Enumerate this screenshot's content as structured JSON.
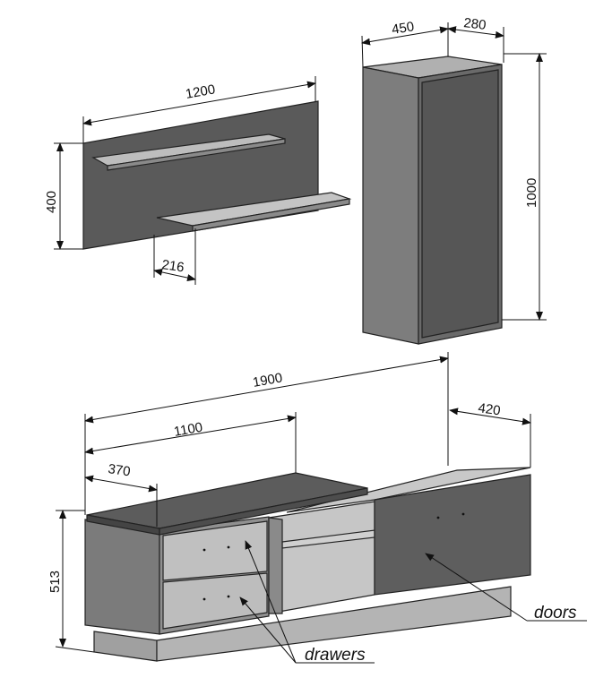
{
  "wall_panel": {
    "width": "1200",
    "height": "400",
    "shelf_depth": "216"
  },
  "tall_cabinet": {
    "width": "450",
    "depth": "280",
    "height": "1000"
  },
  "tv_unit": {
    "length": "1900",
    "top_length": "1100",
    "drawer_depth": "370",
    "depth": "420",
    "height": "513"
  },
  "labels": {
    "doors": "doors",
    "drawers": "drawers"
  },
  "colors": {
    "dark_panel": "#5a5a5a",
    "mid_panel": "#7a7a7a",
    "light_panel": "#b8b8b8"
  }
}
